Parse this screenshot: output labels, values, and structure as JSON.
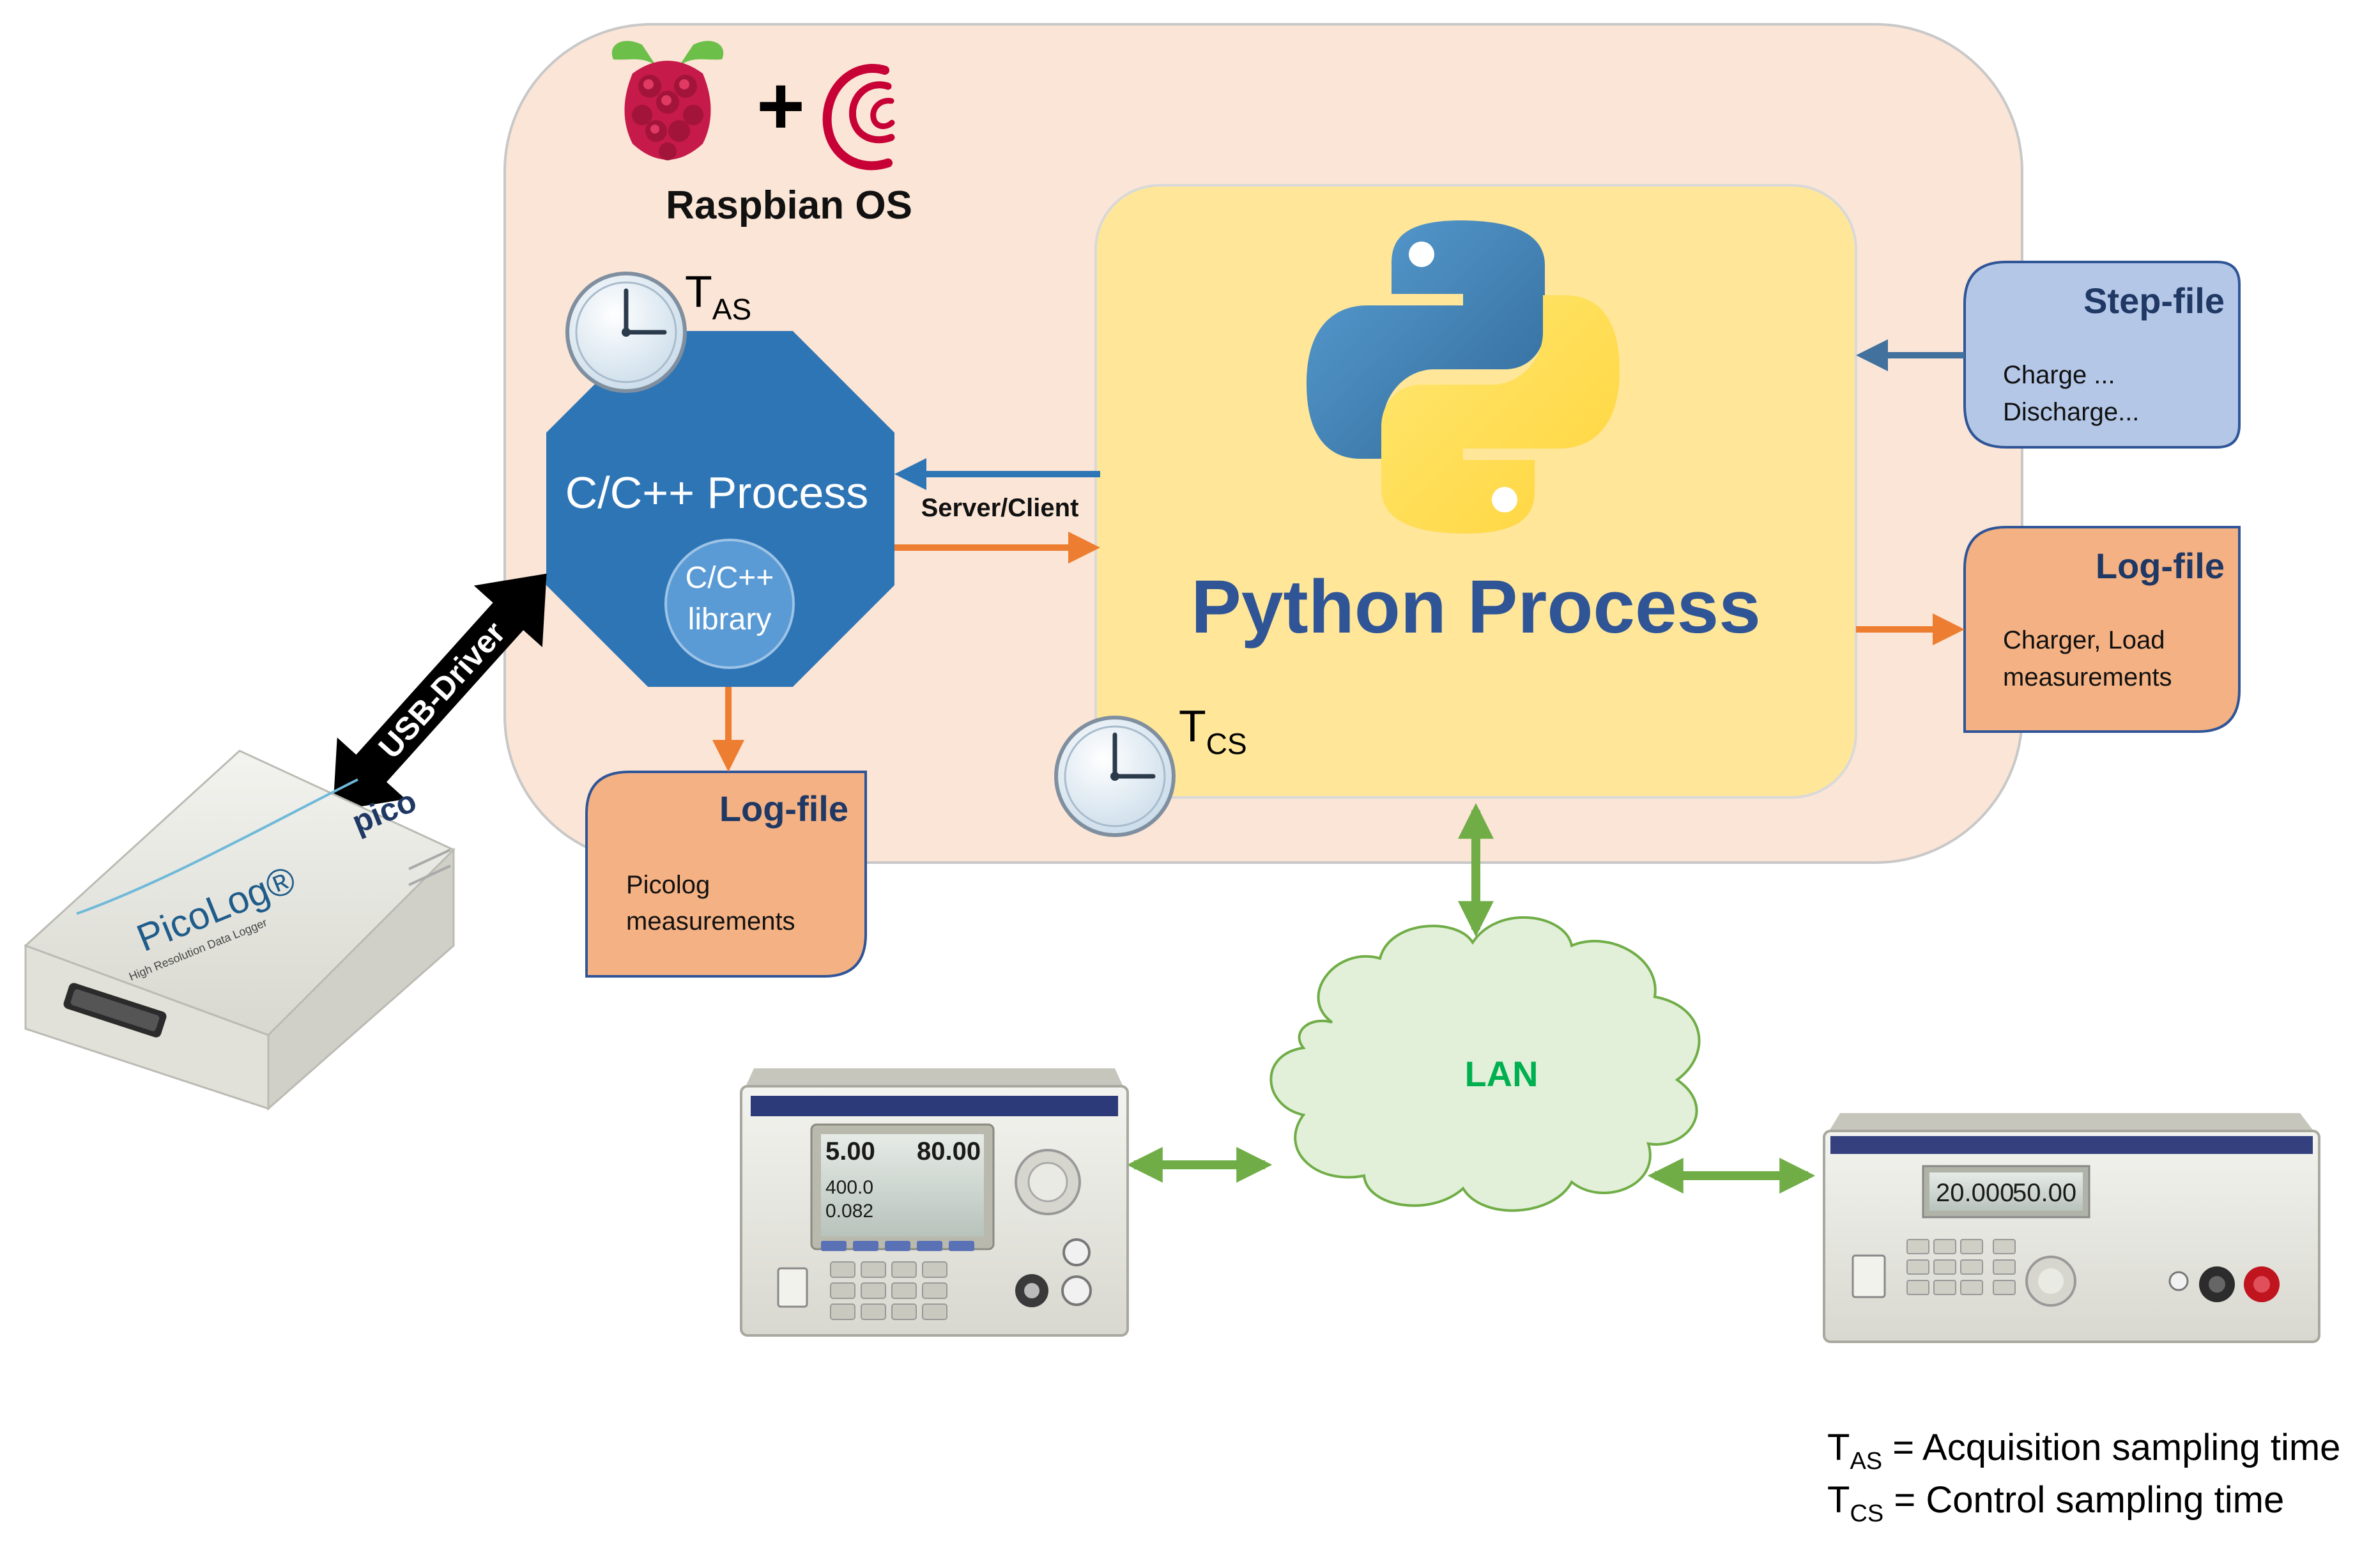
{
  "os": {
    "label": "Raspbian OS",
    "plus": "+"
  },
  "cpp_process": {
    "label": "C/C++ Process",
    "library_line1": "C/C++",
    "library_line2": "library",
    "clock_label_main": "T",
    "clock_label_sub": "AS"
  },
  "python_process": {
    "label": "Python Process",
    "clock_label_main": "T",
    "clock_label_sub": "CS"
  },
  "connection": {
    "server_client": "Server/Client",
    "usb_driver": "USB-Driver",
    "lan": "LAN"
  },
  "step_file": {
    "title": "Step-file",
    "line1": "Charge  ...",
    "line2": "Discharge..."
  },
  "log_file_python": {
    "title": "Log-file",
    "line1": "Charger, Load",
    "line2": "measurements"
  },
  "log_file_cpp": {
    "title": "Log-file",
    "line1": "Picolog",
    "line2": "measurements"
  },
  "picolog_device": {
    "brand": "pico",
    "product": "PicoLog®",
    "subtitle": "High Resolution Data Logger"
  },
  "electronic_load": {
    "display_left": "5.00",
    "display_right": "80.00",
    "row2": "400.0",
    "row3": "0.082"
  },
  "power_supply": {
    "display_left": "20.000",
    "display_right": "50.00"
  },
  "legend": {
    "t": "T",
    "as_sub": "AS",
    "as_text": " = Acquisition sampling time",
    "cs_sub": "CS",
    "cs_text": " = Control sampling time"
  },
  "colors": {
    "os_background": "#fbe5d6",
    "python_background": "#ffe699",
    "cpp_blue": "#2e75b6",
    "library_blue": "#5b9bd5",
    "log_orange": "#f4b183",
    "step_blue": "#b4c7e7",
    "arrow_orange": "#ed7d31",
    "arrow_green": "#70ad47",
    "lan_cloud": "#e2f0d9",
    "title_blue": "#2f5597"
  }
}
